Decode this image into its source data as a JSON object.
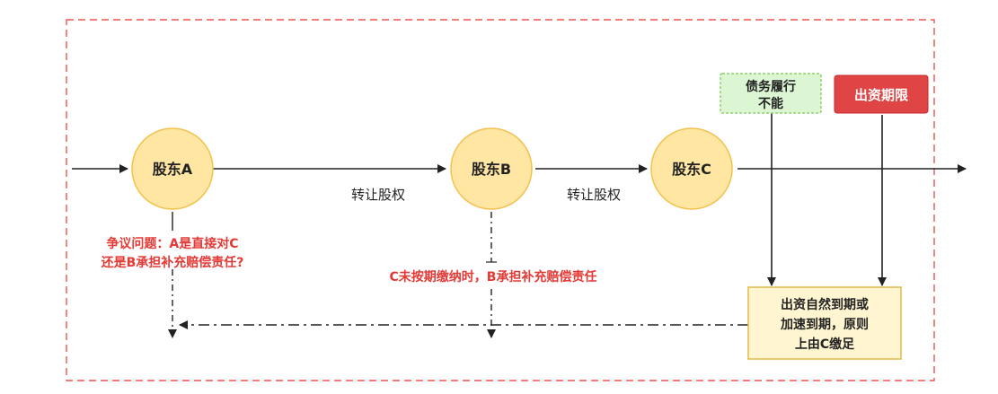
{
  "nodes": {
    "a": "股东A",
    "b": "股东B",
    "c": "股东C"
  },
  "edges": {
    "ab": "转让股权",
    "bc": "转让股权"
  },
  "question": {
    "line1": "争议问题：A是直接对C",
    "line2": "还是B承担补充赔偿责任?"
  },
  "b_liability": "C未按期缴纳时，B承担补充赔偿责任",
  "debt_box": {
    "line1": "债务履行",
    "line2": "不能"
  },
  "term_box": "出资期限",
  "result_box": {
    "line1": "出资自然到期或",
    "line2": "加速到期，原则",
    "line3": "上由C缴足"
  },
  "colors": {
    "frame": "#ef5350",
    "circle_fill": "#ffe7a3",
    "circle_stroke": "#f2c14e",
    "red_text": "#e53935",
    "green_fill": "#dcf5d3",
    "green_stroke": "#8fcf6d",
    "red_box": "#e04545",
    "result_fill": "#fff5d1",
    "result_stroke": "#e2b84a",
    "line": "#222222"
  }
}
